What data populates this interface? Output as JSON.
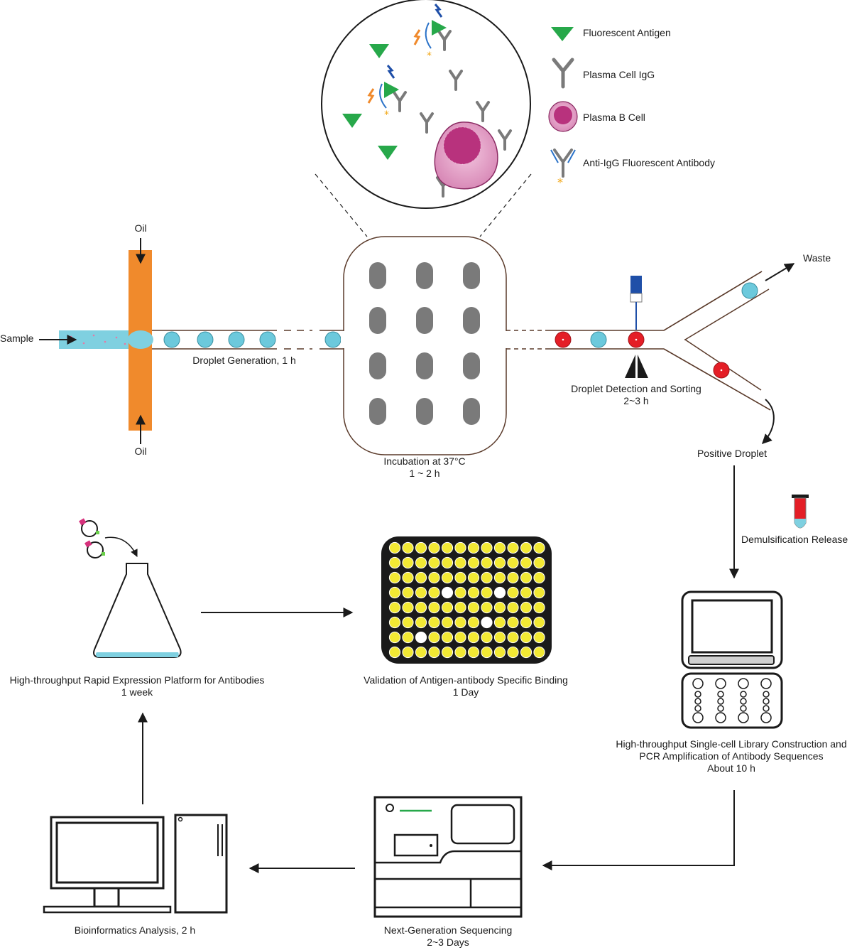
{
  "legend": {
    "fluorescent_antigen": "Fluorescent Antigen",
    "plasma_cell_igg": "Plasma Cell IgG",
    "plasma_b_cell": "Plasma B Cell",
    "anti_igg_antibody": "Anti-IgG Fluorescent Antibody"
  },
  "microfluidics": {
    "oil_top": "Oil",
    "oil_bottom": "Oil",
    "sample": "Sample",
    "droplet_generation": "Droplet Generation, 1 h",
    "incubation_line1": "Incubation at 37°C",
    "incubation_line2": "1 ~ 2 h",
    "detection_line1": "Droplet Detection and Sorting",
    "detection_line2": "2~3 h",
    "waste": "Waste",
    "positive_droplet": "Positive Droplet"
  },
  "workflow": {
    "demulsification": "Demulsification Release",
    "library_line1": "High-throughput Single-cell Library Construction and",
    "library_line2": "PCR Amplification of Antibody Sequences",
    "library_line3": "About 10 h",
    "ngs_line1": "Next-Generation Sequencing",
    "ngs_line2": "2~3 Days",
    "bioinfo": "Bioinformatics Analysis, 2 h",
    "expression_line1": "High-throughput Rapid Expression Platform for Antibodies",
    "expression_line2": "1 week",
    "validation_line1": "Validation of Antigen-antibody Specific Binding",
    "validation_line2": "1 Day"
  },
  "colors": {
    "oil": "#f08a2c",
    "sample": "#7fd0e0",
    "droplet_blue": "#6cc9dc",
    "droplet_red": "#e41e26",
    "antigen_green": "#27a84a",
    "plasma_cell": "#b8327d",
    "well_yellow": "#f2e934",
    "flask_liquid": "#7fd0e0"
  }
}
